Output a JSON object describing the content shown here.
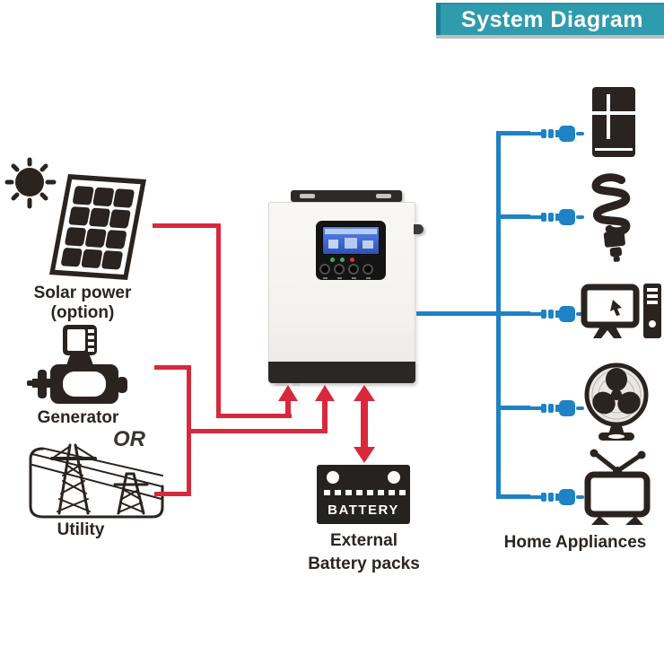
{
  "banner": {
    "title": "System Diagram"
  },
  "sources": {
    "solar": {
      "label_line1": "Solar power",
      "label_line2": "(option)",
      "icon": "solar-panel"
    },
    "generator": {
      "label": "Generator",
      "icon": "generator"
    },
    "or_separator": "OR",
    "utility": {
      "label": "Utility",
      "icon": "utility-towers"
    }
  },
  "inverter": {
    "description": "solar-inverter-unit"
  },
  "battery": {
    "icon_text": "BATTERY",
    "label_line1": "External",
    "label_line2": "Battery packs"
  },
  "appliances": {
    "label": "Home Appliances",
    "items": [
      "refrigerator",
      "cfl-bulb",
      "computer",
      "fan",
      "television"
    ]
  },
  "colors": {
    "source_line": "#D8293C",
    "load_line": "#1E82C4",
    "banner": "#2E9BAE",
    "icon": "#2A2320"
  }
}
